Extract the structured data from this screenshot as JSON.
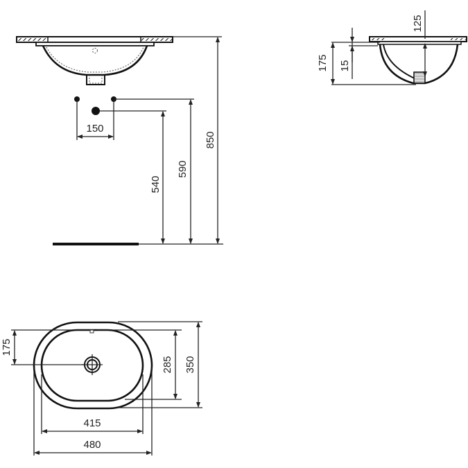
{
  "drawing": {
    "title": "Undermount washbasin dimension drawing",
    "units": "mm",
    "front_view": {
      "dimensions": {
        "tap_spacing": "150",
        "waste_height": "540",
        "supply_height": "590",
        "rim_height": "850"
      }
    },
    "side_view": {
      "dimensions": {
        "total_depth": "175",
        "rim_thickness": "15",
        "bowl_depth": "125"
      }
    },
    "plan_view": {
      "dimensions": {
        "waste_offset": "175",
        "inner_width": "285",
        "outer_width": "350",
        "inner_length": "415",
        "outer_length": "480"
      }
    }
  }
}
